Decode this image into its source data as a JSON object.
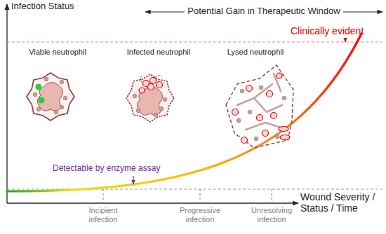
{
  "diagram": {
    "labels": [
      "Infection Status",
      "Potential Gain in Therapeutic Window",
      "Clinically evident",
      "Viable neutrophil",
      "Infected neutrophil",
      "Lysed neutrophil",
      "Detectable by enzyme assay",
      "Incipient infection",
      "Progressive infection",
      "Unresolving infection",
      "Wound Severity / Status / Time"
    ]
  }
}
